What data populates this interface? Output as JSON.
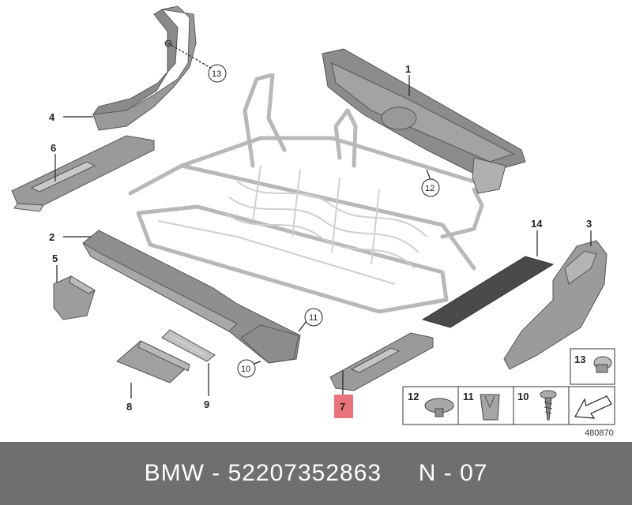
{
  "diagram": {
    "callouts": [
      "1",
      "2",
      "3",
      "4",
      "5",
      "6",
      "7",
      "8",
      "9",
      "10",
      "11",
      "12",
      "13",
      "14"
    ],
    "legend": [
      "13",
      "12",
      "11",
      "10"
    ],
    "reference_number": "480870",
    "highlight_color": "#e8737a"
  },
  "footer": {
    "text": "BMW - 52207352863     N - 07",
    "background": "#6f6f6f"
  }
}
